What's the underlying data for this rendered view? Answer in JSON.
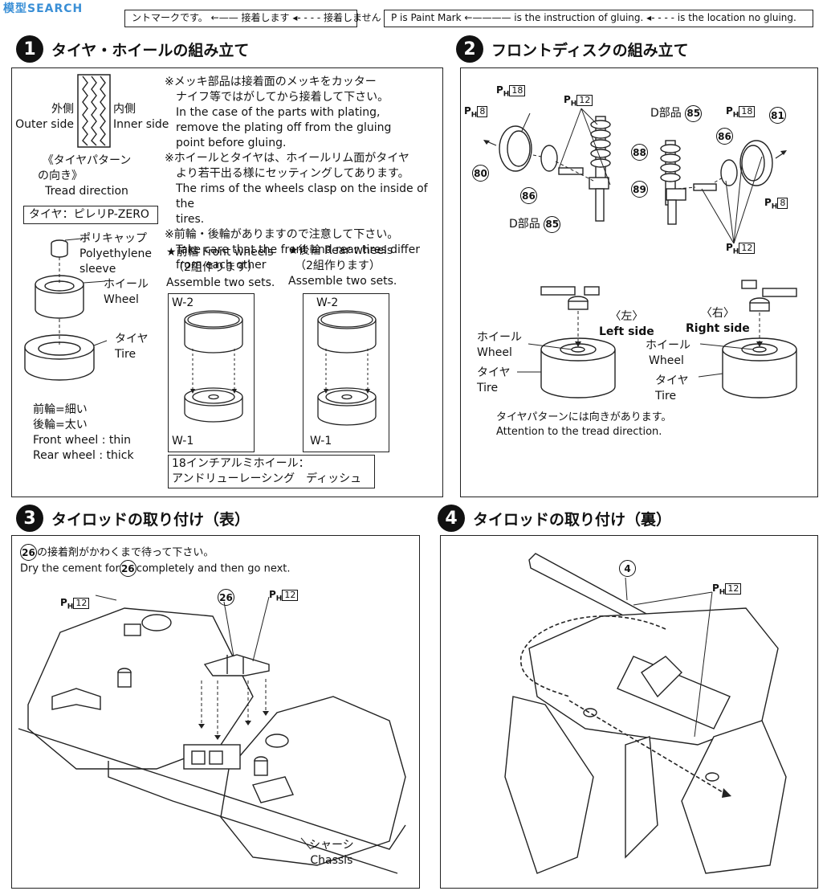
{
  "header": {
    "watermark": "模型SEARCH",
    "legend_jp": {
      "paint_mark": "ントマークです。",
      "glue": "接着します",
      "no_glue": "接着しません"
    },
    "legend_en": {
      "paint_mark": "P is Paint Mark",
      "glue": "is the instruction of gluing.",
      "no_glue": "is the location no gluing."
    }
  },
  "step1": {
    "number": "1",
    "title": "タイヤ・ホイールの組み立て",
    "outer_jp": "外側",
    "outer_en": "Outer side",
    "inner_jp": "内側",
    "inner_en": "Inner side",
    "tread_jp1": "《タイヤパターン",
    "tread_jp2": "の向き》",
    "tread_en": "Tread direction",
    "tire_name": "タイヤ：ピレリP-ZERO",
    "note1_jp1": "※メッキ部品は接着面のメッキをカッター",
    "note1_jp2": "ナイフ等ではがしてから接着して下さい。",
    "note1_en1": "In the case of the parts with plating,",
    "note1_en2": "remove the plating off from the gluing",
    "note1_en3": "point before gluing.",
    "note2_jp1": "※ホイールとタイヤは、ホイールリム面がタイヤ",
    "note2_jp2": "より若干出る様にセッティングしてあります。",
    "note2_en1": "The rims of the wheels clasp on the inside of the",
    "note2_en2": "tires.",
    "note3_jp": "※前輪・後輪がありますので注意して下さい。",
    "note3_en1": "Take care that the front and rear tires differ",
    "note3_en2": "from each other",
    "polycap_jp": "ポリキャップ",
    "polycap_en1": "Polyethylene",
    "polycap_en2": "sleeve",
    "wheel_jp": "ホイール",
    "wheel_en": "Wheel",
    "tire_jp": "タイヤ",
    "tire_en": "Tire",
    "front_thin_jp": "前輪=細い",
    "rear_thick_jp": "後輪=太い",
    "front_thin_en": "Front wheel : thin",
    "rear_thick_en": "Rear wheel : thick",
    "front_label_jp": "★前輪 Front wheels",
    "front_sets_jp": "（2組作ります）",
    "front_sets_en": "Assemble two sets.",
    "rear_label_jp": "★後輪 Rear wheels",
    "rear_sets_jp": "（2組作ります）",
    "rear_sets_en": "Assemble two sets.",
    "w2": "W-2",
    "w1": "W-1",
    "wheel_name1": "18インチアルミホイール：",
    "wheel_name2": "アンドリューレーシング　ディッシュ"
  },
  "step2": {
    "number": "2",
    "title": "フロントディスクの組み立て",
    "parts": [
      "80",
      "81",
      "85",
      "86",
      "88",
      "89"
    ],
    "ph8": "8",
    "ph12": "12",
    "ph18": "18",
    "d_part": "D部品",
    "left_jp": "〈左〉",
    "left_en": "Left side",
    "right_jp": "〈右〉",
    "right_en": "Right side",
    "wheel_jp": "ホイール",
    "wheel_en": "Wheel",
    "tire_jp": "タイヤ",
    "tire_en": "Tire",
    "tread_note_jp": "タイヤパターンには向きがあります。",
    "tread_note_en": "Attention to the tread direction."
  },
  "step3": {
    "number": "3",
    "title": "タイロッドの取り付け（表）",
    "part": "26",
    "dry_jp": "の接着剤がかわくまで待って下さい。",
    "dry_en_a": "Dry the cement for",
    "dry_en_b": "completely and then go next.",
    "ph12": "12",
    "chassis_jp": "シャーシ",
    "chassis_en": "Chassis"
  },
  "step4": {
    "number": "4",
    "title": "タイロッドの取り付け（裏）",
    "part": "4",
    "ph12": "12"
  }
}
